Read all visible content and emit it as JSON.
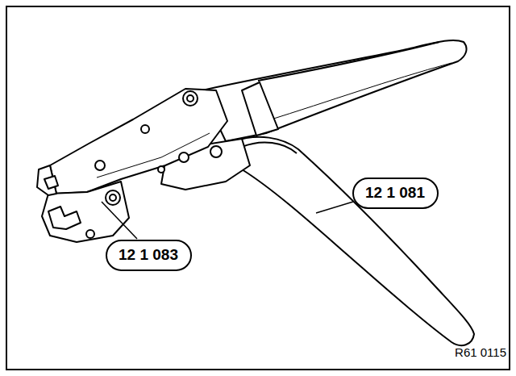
{
  "diagram": {
    "nodes": [
      {
        "text": [
          "12 1 081"
        ]
      },
      {
        "text": [
          "12 1 083"
        ]
      }
    ],
    "labels": [
      "R61 0115"
    ]
  }
}
